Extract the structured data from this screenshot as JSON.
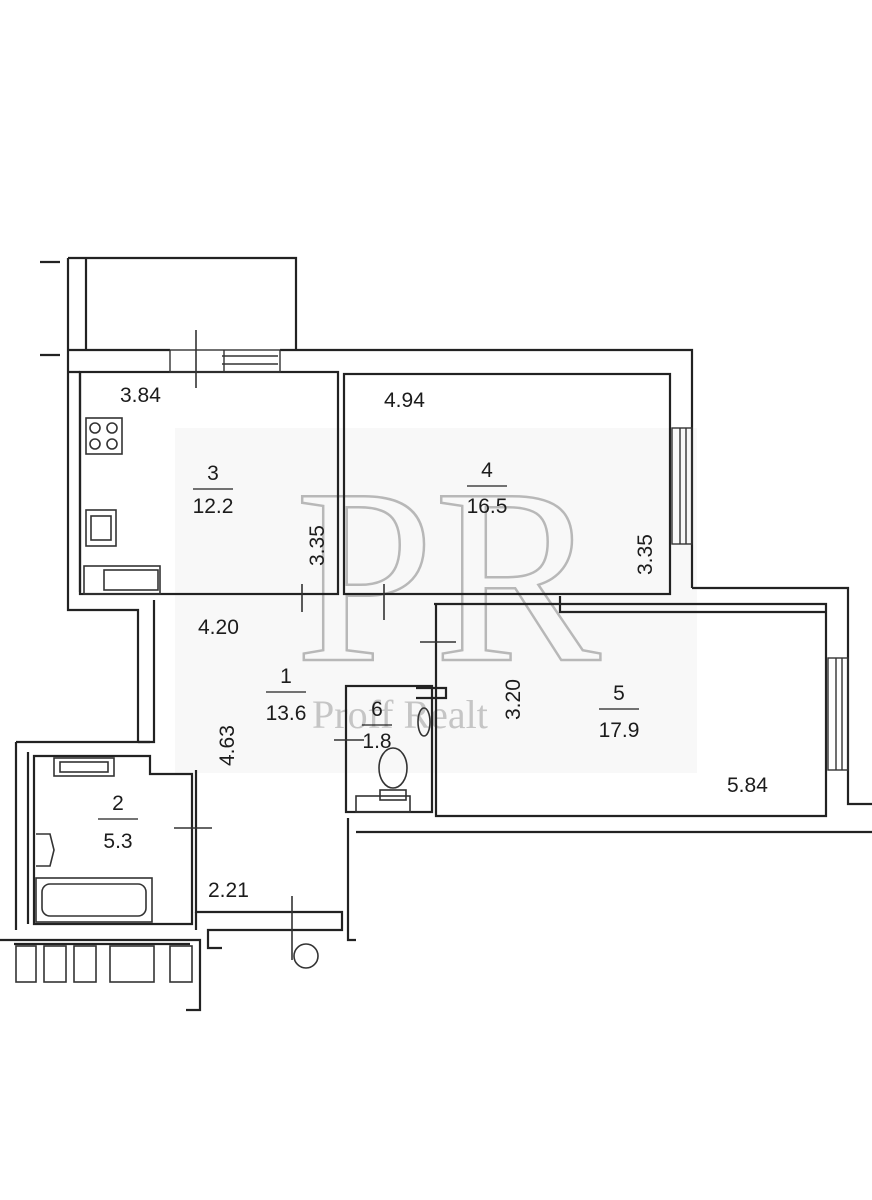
{
  "rooms": [
    {
      "number": "1",
      "area": "13.6"
    },
    {
      "number": "2",
      "area": "5.3"
    },
    {
      "number": "3",
      "area": "12.2"
    },
    {
      "number": "4",
      "area": "16.5"
    },
    {
      "number": "5",
      "area": "17.9"
    },
    {
      "number": "6",
      "area": "1.8"
    }
  ],
  "dimensions": {
    "kitchen_width": "3.84",
    "kitchen_depth": "3.35",
    "room4_width": "4.94",
    "room4_depth": "3.35",
    "hall_width": "4.20",
    "hall_length": "4.63",
    "entry_width": "2.21",
    "room5_depth": "3.20",
    "room5_width": "5.84"
  },
  "watermark": {
    "monogram": "PR",
    "brand": "Proff Realt"
  }
}
